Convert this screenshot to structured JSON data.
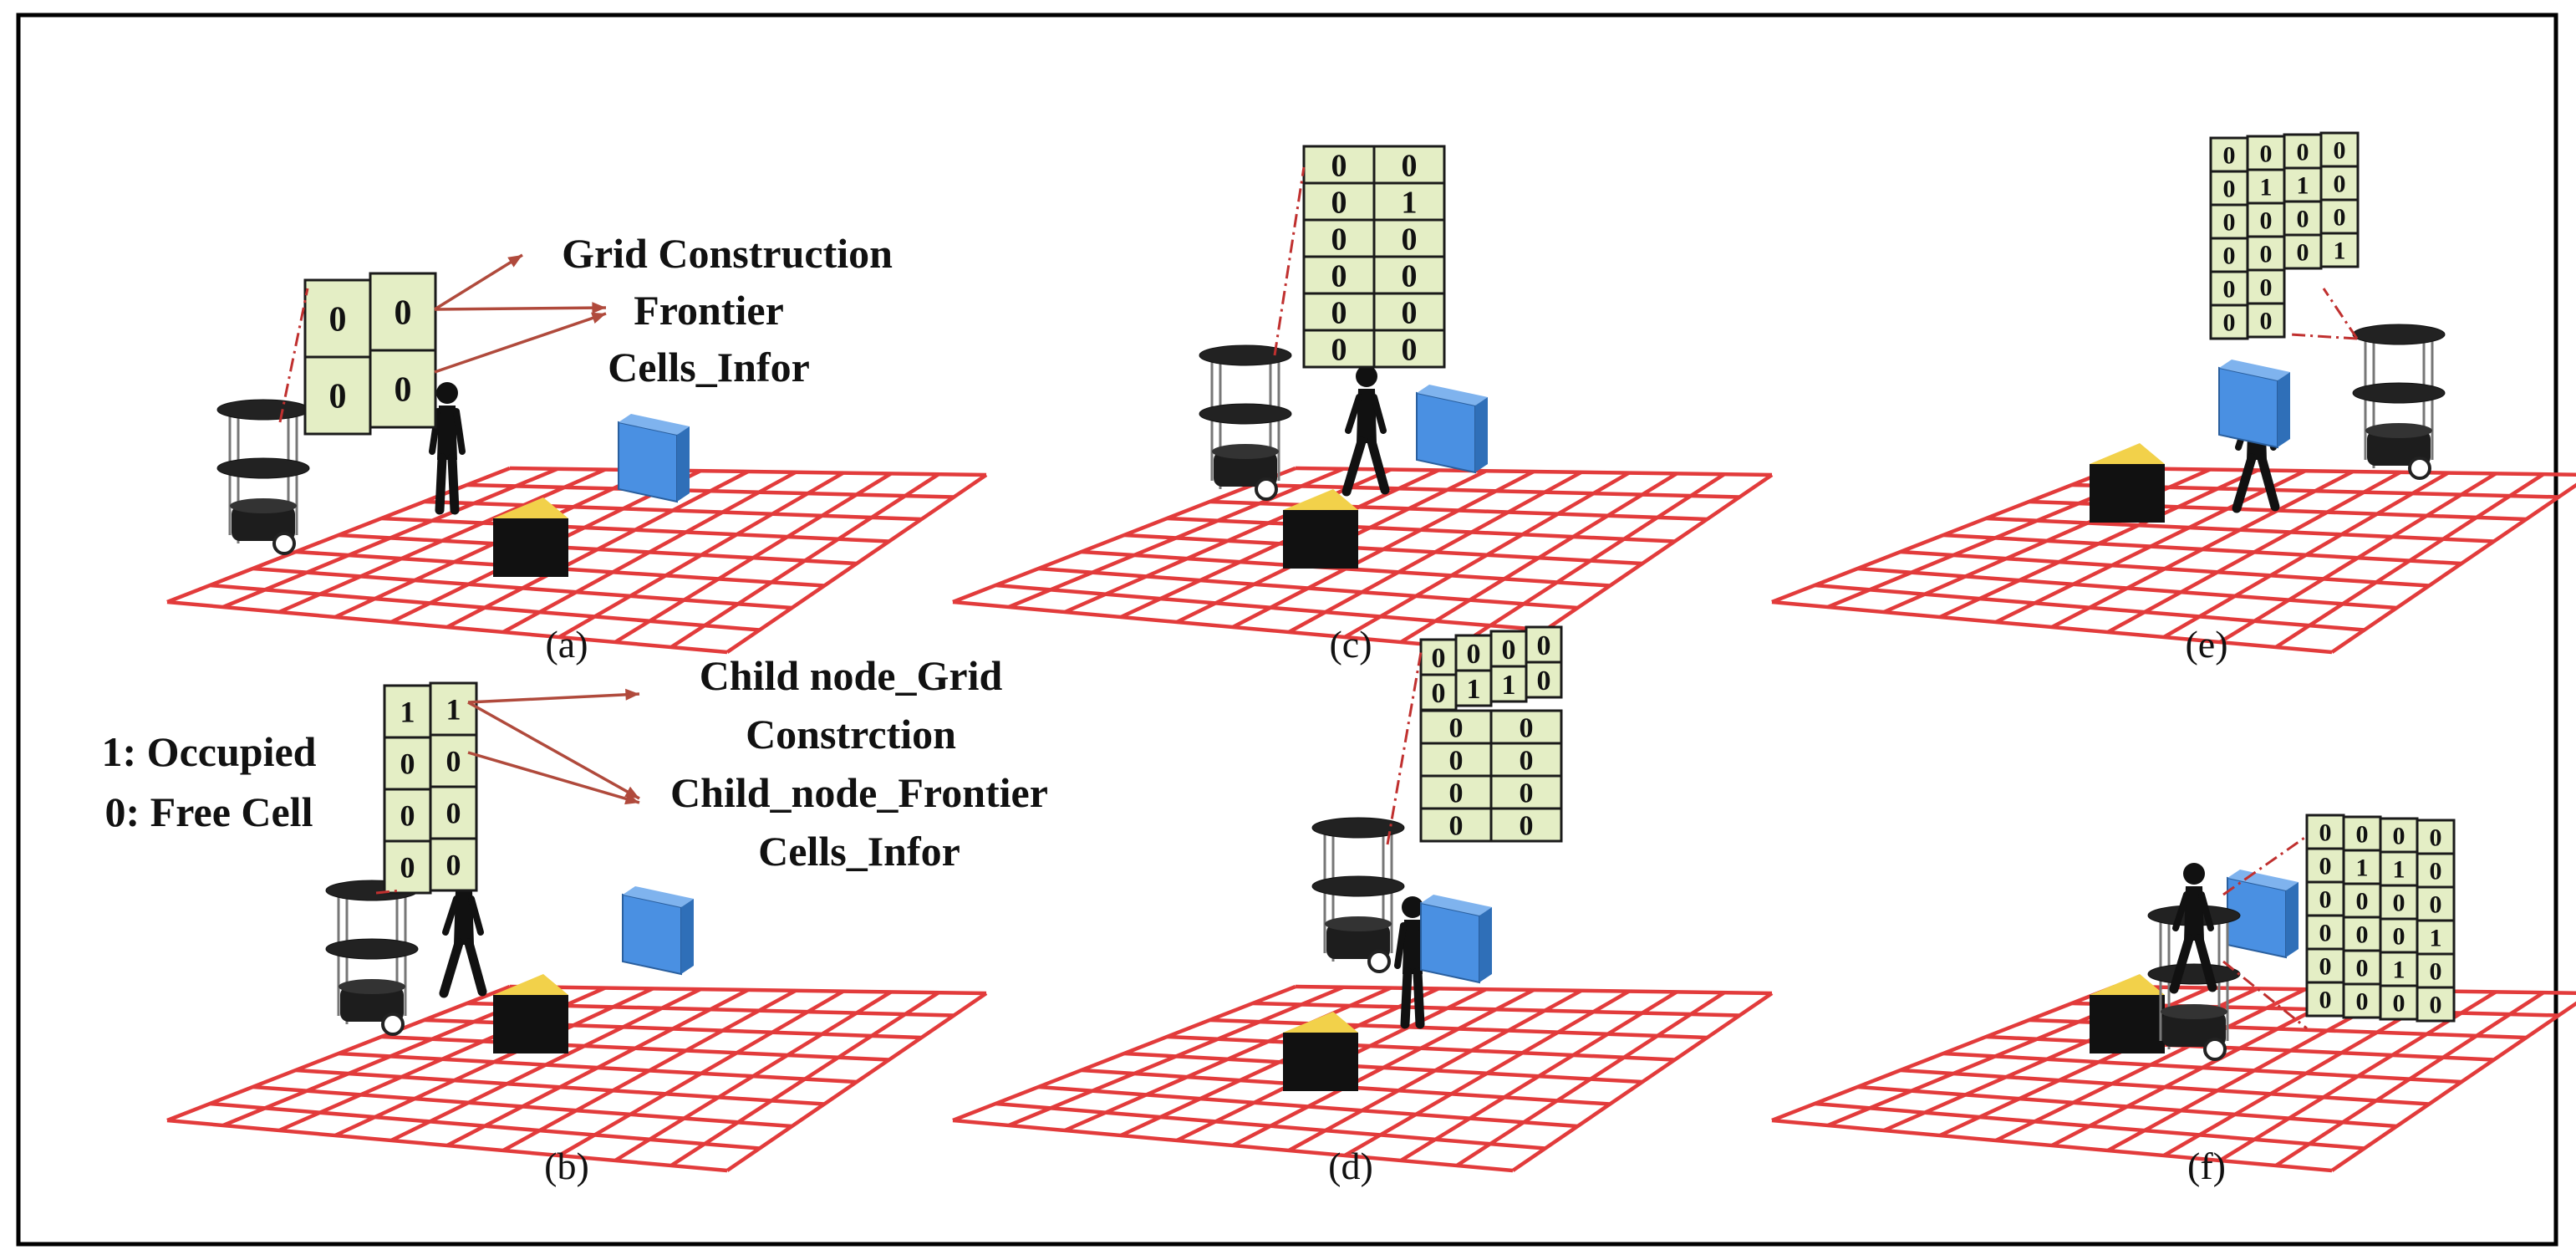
{
  "panels": [
    {
      "caption": "(a)",
      "grid_cells": [
        [
          "0",
          "0"
        ],
        [
          "0",
          "0"
        ]
      ],
      "annotations": [
        "Grid Construction",
        "Frontier",
        "Cells_Infor"
      ]
    },
    {
      "caption": "(b)",
      "grid_cells": [
        [
          "1",
          "1"
        ],
        [
          "0",
          "0"
        ],
        [
          "0",
          "0"
        ],
        [
          "0",
          "0"
        ]
      ],
      "legend": [
        "1: Occupied",
        "0: Free Cell"
      ],
      "annotations": [
        "Child node_Grid",
        "Constrction",
        "Child_node_Frontier",
        "Cells_Infor"
      ]
    },
    {
      "caption": "(c)",
      "grid_cells": [
        [
          "0",
          "0"
        ],
        [
          "0",
          "1"
        ],
        [
          "0",
          "0"
        ],
        [
          "0",
          "0"
        ],
        [
          "0",
          "0"
        ],
        [
          "0",
          "0"
        ]
      ]
    },
    {
      "caption": "(d)",
      "grid_cells_top": [
        [
          "0",
          "0",
          "0",
          "0"
        ],
        [
          "0",
          "1",
          "1",
          "0"
        ]
      ],
      "grid_cells": [
        [
          "0",
          "0"
        ],
        [
          "0",
          "0"
        ],
        [
          "0",
          "0"
        ],
        [
          "0",
          "0"
        ]
      ]
    },
    {
      "caption": "(e)",
      "grid_cells": [
        [
          "0",
          "0",
          "0",
          "0"
        ],
        [
          "0",
          "1",
          "1",
          "0"
        ],
        [
          "0",
          "0",
          "0",
          "0"
        ],
        [
          "0",
          "0",
          "0",
          "1"
        ],
        [
          "0",
          "0"
        ],
        [
          "0",
          "0"
        ]
      ]
    },
    {
      "caption": "(f)",
      "grid_cells": [
        [
          "0",
          "0",
          "0",
          "0"
        ],
        [
          "0",
          "1",
          "1",
          "0"
        ],
        [
          "0",
          "0",
          "0",
          "0"
        ],
        [
          "0",
          "0",
          "0",
          "1"
        ],
        [
          "0",
          "0",
          "1",
          "0"
        ],
        [
          "0",
          "0",
          "0",
          "0"
        ]
      ]
    }
  ],
  "colors": {
    "floor_grid": "#e23b3b",
    "map_cell": "#e4eec5",
    "box_blue": "#4a90e2",
    "box_yellow": "#f2d14a",
    "arrow": "#b04a3c"
  }
}
